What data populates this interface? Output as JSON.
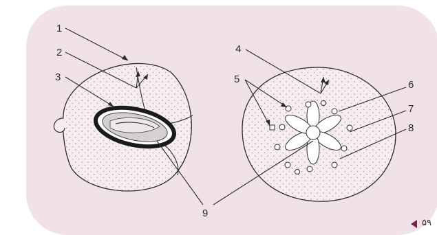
{
  "labels": {
    "l1": "1",
    "l2": "2",
    "l3": "3",
    "l4": "4",
    "l5": "5",
    "l6": "6",
    "l7": "7",
    "l8": "8",
    "l9": "9"
  },
  "page_number": "۵۹",
  "colors": {
    "panel": "#f1e1e9",
    "cell_fill": "#f6ecf1",
    "ink": "#2b2b2b",
    "page_arrow": "#7a1f4a"
  }
}
